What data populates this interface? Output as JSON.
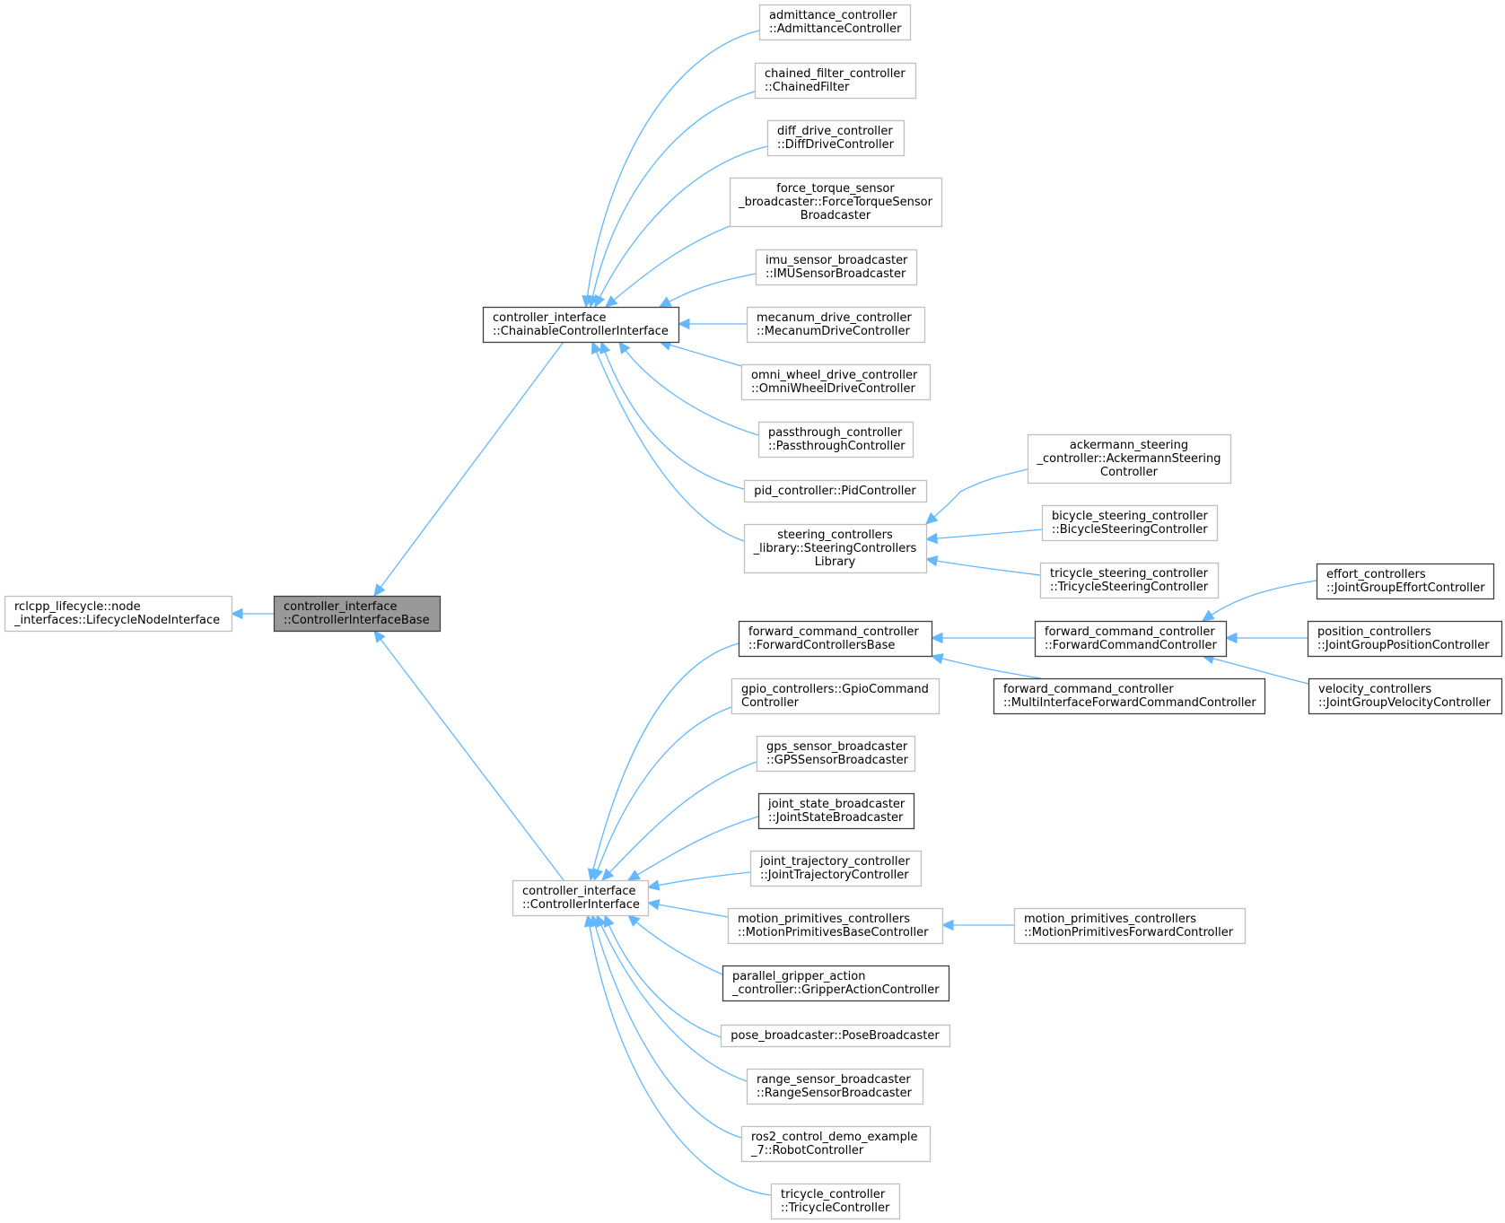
{
  "colors": {
    "edge": "#63b8ff",
    "box_border_default": "#bfbfbf",
    "box_border_documented": "#404040",
    "box_fill_default": "#ffffff",
    "box_fill_current": "#999999"
  },
  "nodes": [
    {
      "id": "rclcpp",
      "lines": [
        "rclcpp_lifecycle::node",
        "_interfaces::LifecycleNodeInterface"
      ],
      "style": "grey"
    },
    {
      "id": "cib",
      "lines": [
        "controller_interface",
        "::ControllerInterfaceBase"
      ],
      "style": "current"
    },
    {
      "id": "cci",
      "lines": [
        "controller_interface",
        "::ChainableControllerInterface"
      ],
      "style": "dark"
    },
    {
      "id": "ci",
      "lines": [
        "controller_interface",
        "::ControllerInterface"
      ],
      "style": "grey"
    },
    {
      "id": "admit",
      "lines": [
        "admittance_controller",
        "::AdmittanceController"
      ],
      "style": "grey"
    },
    {
      "id": "chained",
      "lines": [
        "chained_filter_controller",
        "::ChainedFilter"
      ],
      "style": "grey"
    },
    {
      "id": "diff",
      "lines": [
        "diff_drive_controller",
        "::DiffDriveController"
      ],
      "style": "grey"
    },
    {
      "id": "force",
      "lines": [
        "force_torque_sensor",
        "_broadcaster::ForceTorqueSensor",
        "Broadcaster"
      ],
      "style": "grey"
    },
    {
      "id": "imu",
      "lines": [
        "imu_sensor_broadcaster",
        "::IMUSensorBroadcaster"
      ],
      "style": "grey"
    },
    {
      "id": "mecanum",
      "lines": [
        "mecanum_drive_controller",
        "::MecanumDriveController"
      ],
      "style": "grey"
    },
    {
      "id": "omni",
      "lines": [
        "omni_wheel_drive_controller",
        "::OmniWheelDriveController"
      ],
      "style": "grey"
    },
    {
      "id": "pass",
      "lines": [
        "passthrough_controller",
        "::PassthroughController"
      ],
      "style": "grey"
    },
    {
      "id": "pid",
      "lines": [
        "pid_controller::PidController"
      ],
      "style": "grey"
    },
    {
      "id": "steerlib",
      "lines": [
        "steering_controllers",
        "_library::SteeringControllers",
        "Library"
      ],
      "style": "grey"
    },
    {
      "id": "acker",
      "lines": [
        "ackermann_steering",
        "_controller::AckermannSteering",
        "Controller"
      ],
      "style": "grey"
    },
    {
      "id": "bicycle",
      "lines": [
        "bicycle_steering_controller",
        "::BicycleSteeringController"
      ],
      "style": "grey"
    },
    {
      "id": "tricyclesteer",
      "lines": [
        "tricycle_steering_controller",
        "::TricycleSteeringController"
      ],
      "style": "grey"
    },
    {
      "id": "fwdbase",
      "lines": [
        "forward_command_controller",
        "::ForwardControllersBase"
      ],
      "style": "dark"
    },
    {
      "id": "fwdcmd",
      "lines": [
        "forward_command_controller",
        "::ForwardCommandController"
      ],
      "style": "dark"
    },
    {
      "id": "multifwd",
      "lines": [
        "forward_command_controller",
        "::MultiInterfaceForwardCommandController"
      ],
      "style": "dark"
    },
    {
      "id": "effort",
      "lines": [
        "effort_controllers",
        "::JointGroupEffortController"
      ],
      "style": "dark"
    },
    {
      "id": "position",
      "lines": [
        "position_controllers",
        "::JointGroupPositionController"
      ],
      "style": "dark"
    },
    {
      "id": "velocity",
      "lines": [
        "velocity_controllers",
        "::JointGroupVelocityController"
      ],
      "style": "dark"
    },
    {
      "id": "gpio",
      "lines": [
        "gpio_controllers::GpioCommand",
        "Controller"
      ],
      "style": "grey"
    },
    {
      "id": "gps",
      "lines": [
        "gps_sensor_broadcaster",
        "::GPSSensorBroadcaster"
      ],
      "style": "grey"
    },
    {
      "id": "jointstate",
      "lines": [
        "joint_state_broadcaster",
        "::JointStateBroadcaster"
      ],
      "style": "dark"
    },
    {
      "id": "jointtraj",
      "lines": [
        "joint_trajectory_controller",
        "::JointTrajectoryController"
      ],
      "style": "grey"
    },
    {
      "id": "motionbase",
      "lines": [
        "motion_primitives_controllers",
        "::MotionPrimitivesBaseController"
      ],
      "style": "grey"
    },
    {
      "id": "motionfwd",
      "lines": [
        "motion_primitives_controllers",
        "::MotionPrimitivesForwardController"
      ],
      "style": "grey"
    },
    {
      "id": "gripper",
      "lines": [
        "parallel_gripper_action",
        "_controller::GripperActionController"
      ],
      "style": "dark"
    },
    {
      "id": "pose",
      "lines": [
        "pose_broadcaster::PoseBroadcaster"
      ],
      "style": "grey"
    },
    {
      "id": "range",
      "lines": [
        "range_sensor_broadcaster",
        "::RangeSensorBroadcaster"
      ],
      "style": "grey"
    },
    {
      "id": "ros2demo",
      "lines": [
        "ros2_control_demo_example",
        "_7::RobotController"
      ],
      "style": "grey"
    },
    {
      "id": "tricycle",
      "lines": [
        "tricycle_controller",
        "::TricycleController"
      ],
      "style": "grey"
    }
  ],
  "edges": [
    {
      "from": "cib",
      "to": "rclcpp"
    },
    {
      "from": "cci",
      "to": "cib"
    },
    {
      "from": "ci",
      "to": "cib"
    },
    {
      "from": "admit",
      "to": "cci"
    },
    {
      "from": "chained",
      "to": "cci"
    },
    {
      "from": "diff",
      "to": "cci"
    },
    {
      "from": "force",
      "to": "cci"
    },
    {
      "from": "imu",
      "to": "cci"
    },
    {
      "from": "mecanum",
      "to": "cci"
    },
    {
      "from": "omni",
      "to": "cci"
    },
    {
      "from": "pass",
      "to": "cci"
    },
    {
      "from": "pid",
      "to": "cci"
    },
    {
      "from": "steerlib",
      "to": "cci"
    },
    {
      "from": "acker",
      "to": "steerlib"
    },
    {
      "from": "bicycle",
      "to": "steerlib"
    },
    {
      "from": "tricyclesteer",
      "to": "steerlib"
    },
    {
      "from": "fwdbase",
      "to": "ci"
    },
    {
      "from": "gpio",
      "to": "ci"
    },
    {
      "from": "gps",
      "to": "ci"
    },
    {
      "from": "jointstate",
      "to": "ci"
    },
    {
      "from": "jointtraj",
      "to": "ci"
    },
    {
      "from": "motionbase",
      "to": "ci"
    },
    {
      "from": "gripper",
      "to": "ci"
    },
    {
      "from": "pose",
      "to": "ci"
    },
    {
      "from": "range",
      "to": "ci"
    },
    {
      "from": "ros2demo",
      "to": "ci"
    },
    {
      "from": "tricycle",
      "to": "ci"
    },
    {
      "from": "fwdcmd",
      "to": "fwdbase"
    },
    {
      "from": "multifwd",
      "to": "fwdbase"
    },
    {
      "from": "effort",
      "to": "fwdcmd"
    },
    {
      "from": "position",
      "to": "fwdcmd"
    },
    {
      "from": "velocity",
      "to": "fwdcmd"
    },
    {
      "from": "motionfwd",
      "to": "motionbase"
    }
  ]
}
